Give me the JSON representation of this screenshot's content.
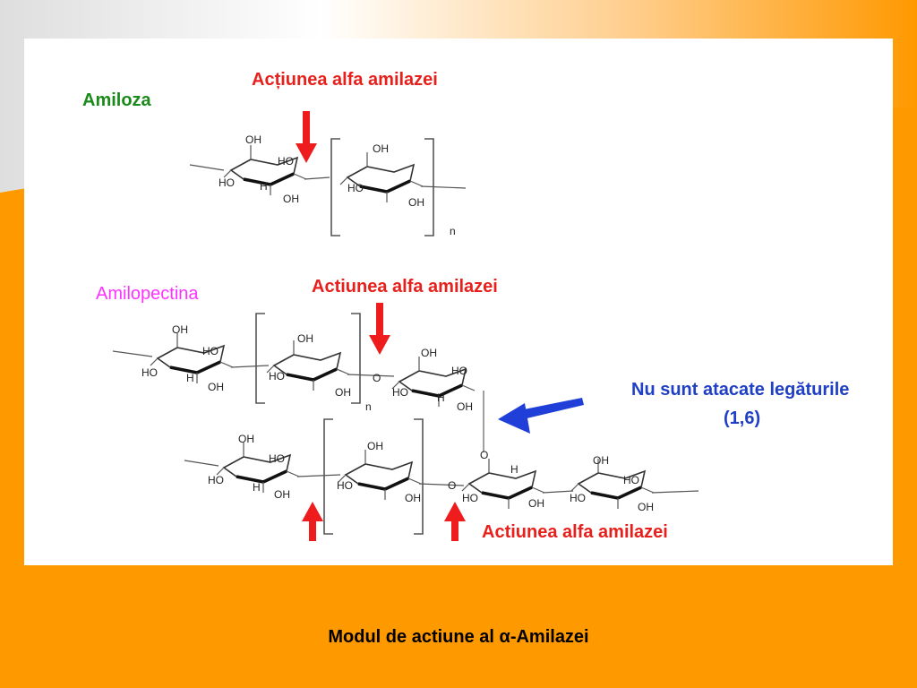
{
  "slide": {
    "colors": {
      "background": "#ff9900",
      "panel": "#ffffff",
      "label_red": "#e8201c",
      "amiloza_green": "#1a8a1a",
      "amilopectina_magenta": "#ff33ff",
      "note_blue": "#1f3fc4",
      "arrow_red": "#ee1c1c",
      "arrow_blue": "#1f3fd8"
    },
    "amiloza_label": "Amiloza",
    "amiloza_action_label": "Acțiunea alfa amilazei",
    "amilopectina_label": "Amilopectina",
    "amilopectina_action_label": "Actiunea alfa amilazei",
    "bottom_action_label": "Actiunea alfa amilazei",
    "note_line1": "Nu sunt atacate legăturile",
    "note_line2": "(1,6)",
    "repeat_index": "n",
    "atoms": {
      "oh": "OH",
      "ho": "HO",
      "h": "H",
      "o": "O"
    },
    "caption_prefix": "Modul de actiune al ",
    "caption_symbol": "α",
    "caption_suffix": "-Amilazei",
    "icons": {
      "down_arrow": "red-down-arrow-icon",
      "up_arrow": "red-up-arrow-icon",
      "left_arrow": "blue-left-arrow-icon"
    }
  }
}
